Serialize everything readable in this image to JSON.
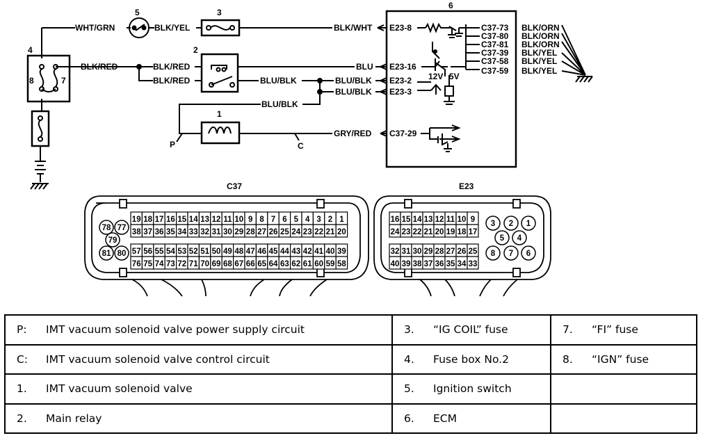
{
  "diagram": {
    "components": {
      "c1": "1",
      "c2": "2",
      "c3": "3",
      "c4": "4",
      "c5": "5",
      "c6": "6",
      "c7": "7",
      "c8": "8"
    },
    "wires": {
      "wht_grn": "WHT/GRN",
      "blk_yel": "BLK/YEL",
      "blk_wht": "BLK/WHT",
      "blk_red_a": "BLK/RED",
      "blk_red_b": "BLK/RED",
      "blk_red_c": "BLK/RED",
      "blu": "BLU",
      "blu_blk_a": "BLU/BLK",
      "blu_blk_b": "BLU/BLK",
      "blu_blk_c": "BLU/BLK",
      "blu_blk_d": "BLU/BLK",
      "gry_red": "GRY/RED"
    },
    "terminals": {
      "e23_8": "E23-8",
      "e23_16": "E23-16",
      "e23_2": "E23-2",
      "e23_3": "E23-3",
      "c37_29": "C37-29"
    },
    "voltages": {
      "v12": "12V",
      "v5": "5V"
    },
    "circuit_markers": {
      "p": "P",
      "c": "C"
    },
    "ground_pins": [
      {
        "pin": "C37-73",
        "wire": "BLK/ORN"
      },
      {
        "pin": "C37-80",
        "wire": "BLK/ORN"
      },
      {
        "pin": "C37-81",
        "wire": "BLK/ORN"
      },
      {
        "pin": "C37-39",
        "wire": "BLK/YEL"
      },
      {
        "pin": "C37-58",
        "wire": "BLK/YEL"
      },
      {
        "pin": "C37-59",
        "wire": "BLK/YEL"
      }
    ]
  },
  "connectors": {
    "c37": {
      "title": "C37",
      "rows": [
        [
          "19",
          "18",
          "17",
          "16",
          "15",
          "14",
          "13",
          "12",
          "11",
          "10",
          "9",
          "8",
          "7",
          "6",
          "5",
          "4",
          "3",
          "2",
          "1"
        ],
        [
          "38",
          "37",
          "36",
          "35",
          "34",
          "33",
          "32",
          "31",
          "30",
          "29",
          "28",
          "27",
          "26",
          "25",
          "24",
          "23",
          "22",
          "21",
          "20"
        ],
        [
          "57",
          "56",
          "55",
          "54",
          "53",
          "52",
          "51",
          "50",
          "49",
          "48",
          "47",
          "46",
          "45",
          "44",
          "43",
          "42",
          "41",
          "40",
          "39"
        ],
        [
          "76",
          "75",
          "74",
          "73",
          "72",
          "71",
          "70",
          "69",
          "68",
          "67",
          "66",
          "65",
          "64",
          "63",
          "62",
          "61",
          "60",
          "59",
          "58"
        ]
      ],
      "round_pins": [
        "78",
        "77",
        "79",
        "81",
        "80"
      ]
    },
    "e23": {
      "title": "E23",
      "rows": [
        [
          "16",
          "15",
          "14",
          "13",
          "12",
          "11",
          "10",
          "9"
        ],
        [
          "24",
          "23",
          "22",
          "21",
          "20",
          "19",
          "18",
          "17"
        ],
        [
          "32",
          "31",
          "30",
          "29",
          "28",
          "27",
          "26",
          "25"
        ],
        [
          "40",
          "39",
          "38",
          "37",
          "36",
          "35",
          "34",
          "33"
        ]
      ],
      "round_pins": [
        "3",
        "2",
        "1",
        "5",
        "4",
        "8",
        "7",
        "6"
      ]
    }
  },
  "legend": [
    [
      {
        "key": "P:",
        "text": "IMT vacuum solenoid valve power supply circuit"
      },
      {
        "key": "3.",
        "text": "“IG COIL” fuse"
      },
      {
        "key": "7.",
        "text": "“FI” fuse"
      }
    ],
    [
      {
        "key": "C:",
        "text": "IMT vacuum solenoid valve control circuit"
      },
      {
        "key": "4.",
        "text": "Fuse box No.2"
      },
      {
        "key": "8.",
        "text": "“IGN” fuse"
      }
    ],
    [
      {
        "key": "1.",
        "text": "IMT vacuum solenoid valve"
      },
      {
        "key": "5.",
        "text": "Ignition switch"
      },
      {
        "key": "",
        "text": ""
      }
    ],
    [
      {
        "key": "2.",
        "text": "Main relay"
      },
      {
        "key": "6.",
        "text": "ECM"
      },
      {
        "key": "",
        "text": ""
      }
    ]
  ]
}
